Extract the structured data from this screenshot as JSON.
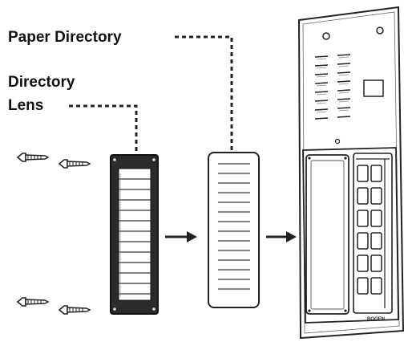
{
  "labels": {
    "paper_directory": "Paper Directory",
    "directory_line1": "Directory",
    "directory_line2": "Lens"
  },
  "panel": {
    "brand_mark": "BOGEN"
  },
  "colors": {
    "line": "#222222",
    "lens_frame": "#2b2b2b",
    "background": "#ffffff"
  },
  "icons": [
    "screw-icon",
    "arrow-right-icon"
  ]
}
